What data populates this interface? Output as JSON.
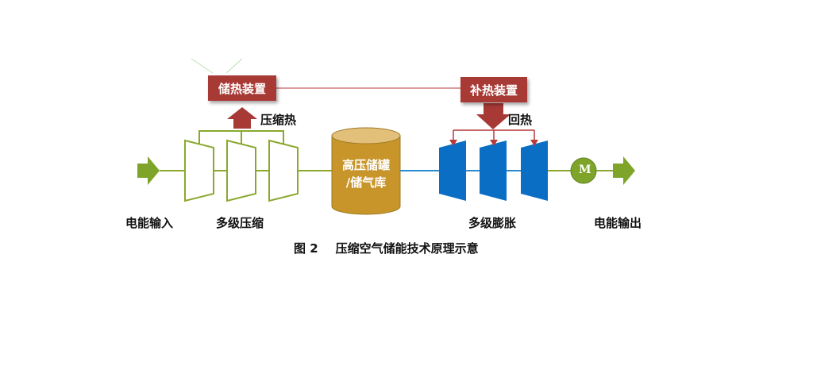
{
  "heat_storage_label": "储热装置",
  "heat_supplement_label": "补热装置",
  "compression_heat_label": "压缩热",
  "heat_return_label": "回热",
  "tank_label_line1": "高压储罐",
  "tank_label_line2": "/储气库",
  "motor_label": "M",
  "input_label": "电能输入",
  "compression_label": "多级压缩",
  "expansion_label": "多级膨胀",
  "output_label": "电能输出",
  "figure_number": "图 2",
  "figure_title": "压缩空气储能技术原理示意",
  "colors": {
    "compressor_green": "#8aa82e",
    "turbine_blue": "#0a6fc4",
    "box_red": "#a83a36",
    "tank_gold": "#c8952a",
    "arrow_green": "#7ea52a",
    "pipe_blue": "#2a8ad0"
  }
}
